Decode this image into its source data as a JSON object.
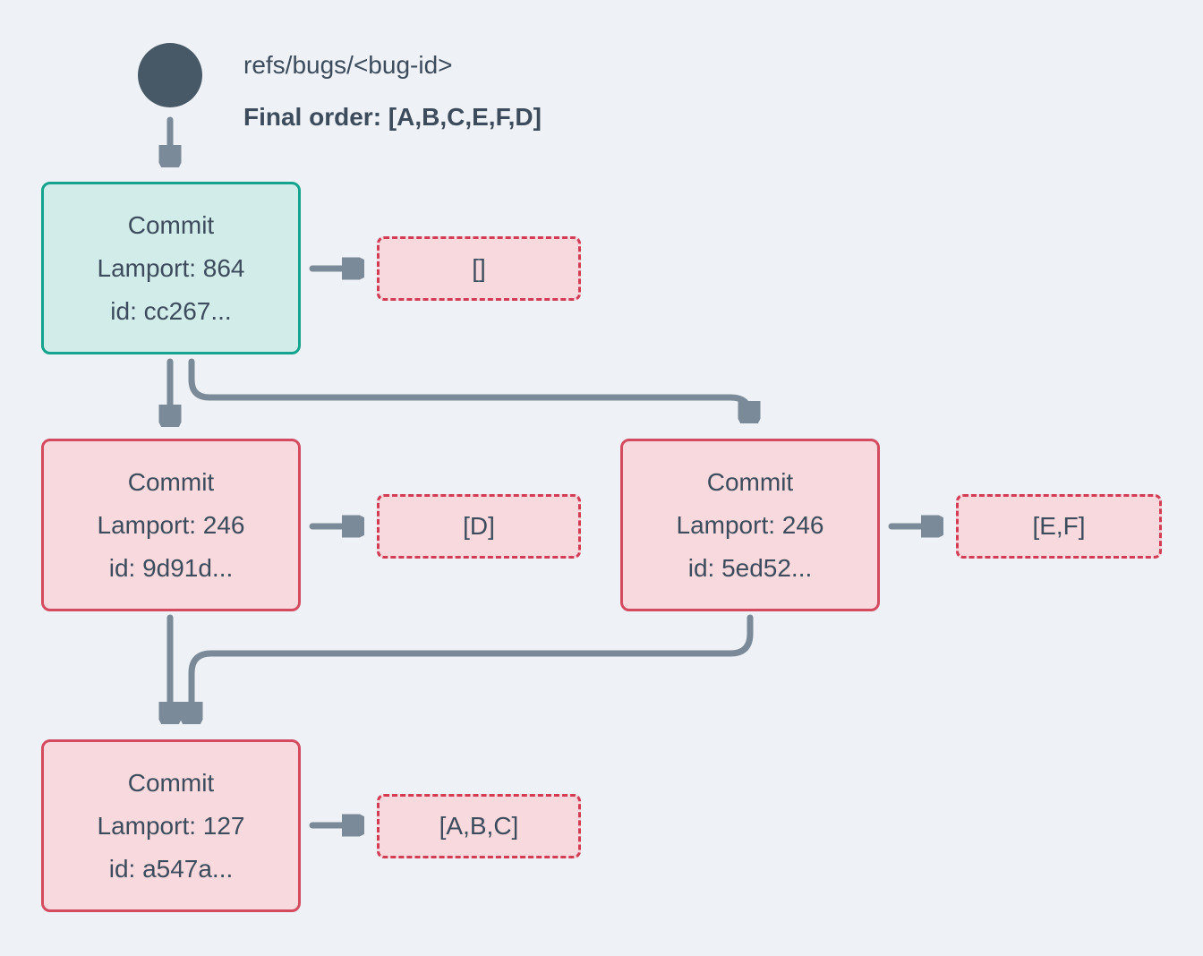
{
  "header": {
    "ref_label": "refs/bugs/<bug-id>",
    "final_order_label": "Final order: [A,B,C,E,F,D]"
  },
  "commits": [
    {
      "title": "Commit",
      "lamport": "Lamport: 864",
      "commit_id": "id: cc267...",
      "variant": "teal",
      "ops": "[]"
    },
    {
      "title": "Commit",
      "lamport": "Lamport: 246",
      "commit_id": "id: 9d91d...",
      "variant": "pink",
      "ops": "[D]"
    },
    {
      "title": "Commit",
      "lamport": "Lamport: 246",
      "commit_id": "id: 5ed52...",
      "variant": "pink",
      "ops": "[E,F]"
    },
    {
      "title": "Commit",
      "lamport": "Lamport: 127",
      "commit_id": "id: a547a...",
      "variant": "pink",
      "ops": "[A,B,C]"
    }
  ],
  "colors": {
    "background": "#eef1f5",
    "text": "#3d4c5c",
    "arrow": "#7b8a98",
    "ref_node": "#475866",
    "teal_border": "#14a38c",
    "teal_fill": "#d2ece9",
    "red_border": "#d44a5f",
    "pink_fill": "#f7d9de",
    "dashed_border": "#d23c55"
  }
}
